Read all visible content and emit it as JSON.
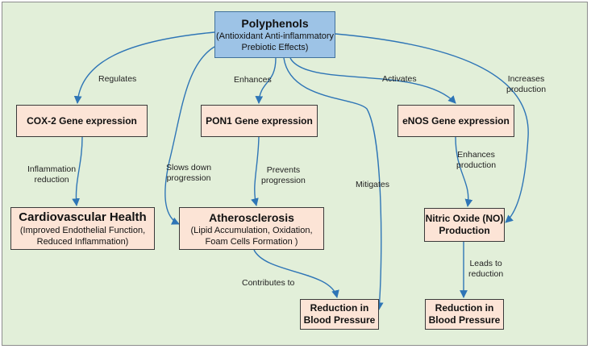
{
  "nodes": {
    "polyphenols": {
      "title": "Polyphenols",
      "line1": "(Antioxidant Anti-inflammatory",
      "line2": "Prebiotic Effects)"
    },
    "cox2": {
      "title": "COX-2 Gene expression"
    },
    "pon1": {
      "title": "PON1 Gene expression"
    },
    "enos": {
      "title": "eNOS Gene expression"
    },
    "cardio": {
      "title": "Cardiovascular Health",
      "line1": "(Improved Endothelial Function,",
      "line2": "Reduced Inflammation)"
    },
    "athero": {
      "title": "Atherosclerosis",
      "line1": "(Lipid Accumulation, Oxidation,",
      "line2": "Foam Cells Formation )"
    },
    "nitric": {
      "title1": "Nitric Oxide (NO)",
      "title2": "Production"
    },
    "bp1": {
      "title1": "Reduction in",
      "title2": "Blood Pressure"
    },
    "bp2": {
      "title1": "Reduction in",
      "title2": "Blood Pressure"
    }
  },
  "edges": {
    "regulates": "Regulates",
    "enhances": "Enhances",
    "activates": "Activates",
    "increases": {
      "line1": "Increases",
      "line2": "production"
    },
    "inflammation": {
      "line1": "Inflammation",
      "line2": "reduction"
    },
    "slows": {
      "line1": "Slows down",
      "line2": "progression"
    },
    "prevents": {
      "line1": "Prevents",
      "line2": "progression"
    },
    "mitigates": "Mitigates",
    "enhances_prod": {
      "line1": "Enhances",
      "line2": "production"
    },
    "leads": {
      "line1": "Leads to",
      "line2": "reduction"
    },
    "contributes": "Contributes to"
  },
  "colors": {
    "background": "#e2efd9",
    "source_node": "#9dc3e6",
    "node": "#fce4d6",
    "arrow": "#2e75b6"
  }
}
